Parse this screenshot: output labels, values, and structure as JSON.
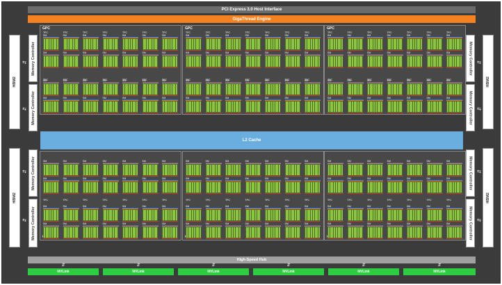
{
  "pcie": {
    "label": "PCI Express 3.0 Host Interface"
  },
  "gigathread": {
    "label": "GigaThread Engine"
  },
  "l2": {
    "label": "L2 Cache"
  },
  "hub": {
    "label": "High-Speed Hub"
  },
  "nvlink": {
    "labels": [
      "NVLink",
      "NVLink",
      "NVLink",
      "NVLink",
      "NVLink",
      "NVLink"
    ]
  },
  "hbm": {
    "labels": [
      "HBM2",
      "HBM2",
      "HBM2",
      "HBM2"
    ]
  },
  "memory_controller": {
    "label": "Memory Controller",
    "count_per_side": 4
  },
  "gpc": {
    "label": "GPC",
    "count": 6,
    "tpc_label": "TPC",
    "sm_label": "SM",
    "tpcs_per_gpc": 7
  },
  "colors": {
    "die_background": "#3b3b3b",
    "gpc_background": "#484848",
    "pcie_bar": "#6b6b6b",
    "gigathread": "#f58220",
    "l2_cache": "#6aaee0",
    "hub": "#a0a0a0",
    "nvlink": "#2ecc40",
    "sm_core": "#8cc63f",
    "sm_line_blue": "#3a6ed0",
    "sm_line_orange": "#e07a2e",
    "sm_line_red": "#c0392b"
  }
}
